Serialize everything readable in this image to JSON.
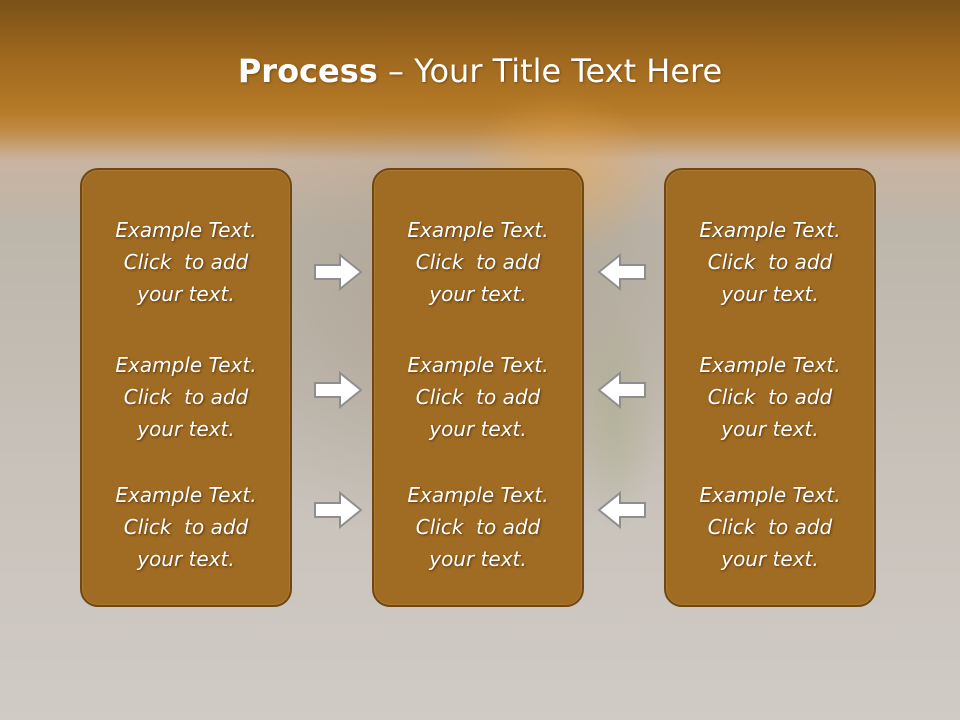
{
  "slide": {
    "title_bold": "Process",
    "title_rest": " – Your Title Text Here"
  },
  "columns": [
    {
      "blocks": [
        [
          "Example Text.",
          "Click  to add",
          "your text."
        ],
        [
          "Example Text.",
          "Click  to add",
          "your text."
        ],
        [
          "Example Text.",
          "Click  to add",
          "your text."
        ]
      ]
    },
    {
      "blocks": [
        [
          "Example Text.",
          "Click  to add",
          "your text."
        ],
        [
          "Example Text.",
          "Click  to add",
          "your text."
        ],
        [
          "Example Text.",
          "Click  to add",
          "your text."
        ]
      ]
    },
    {
      "blocks": [
        [
          "Example Text.",
          "Click  to add",
          "your text."
        ],
        [
          "Example Text.",
          "Click  to add",
          "your text."
        ],
        [
          "Example Text.",
          "Click  to add",
          "your text."
        ]
      ]
    }
  ],
  "arrows": {
    "left_group": "arrow-right-icon",
    "right_group": "arrow-left-icon"
  },
  "colors": {
    "header_brown": "#a0691f",
    "card_fill": "#a06b22",
    "card_border": "#6e4713",
    "arrow_fill": "#ffffff",
    "arrow_stroke": "#8e8e8e"
  }
}
